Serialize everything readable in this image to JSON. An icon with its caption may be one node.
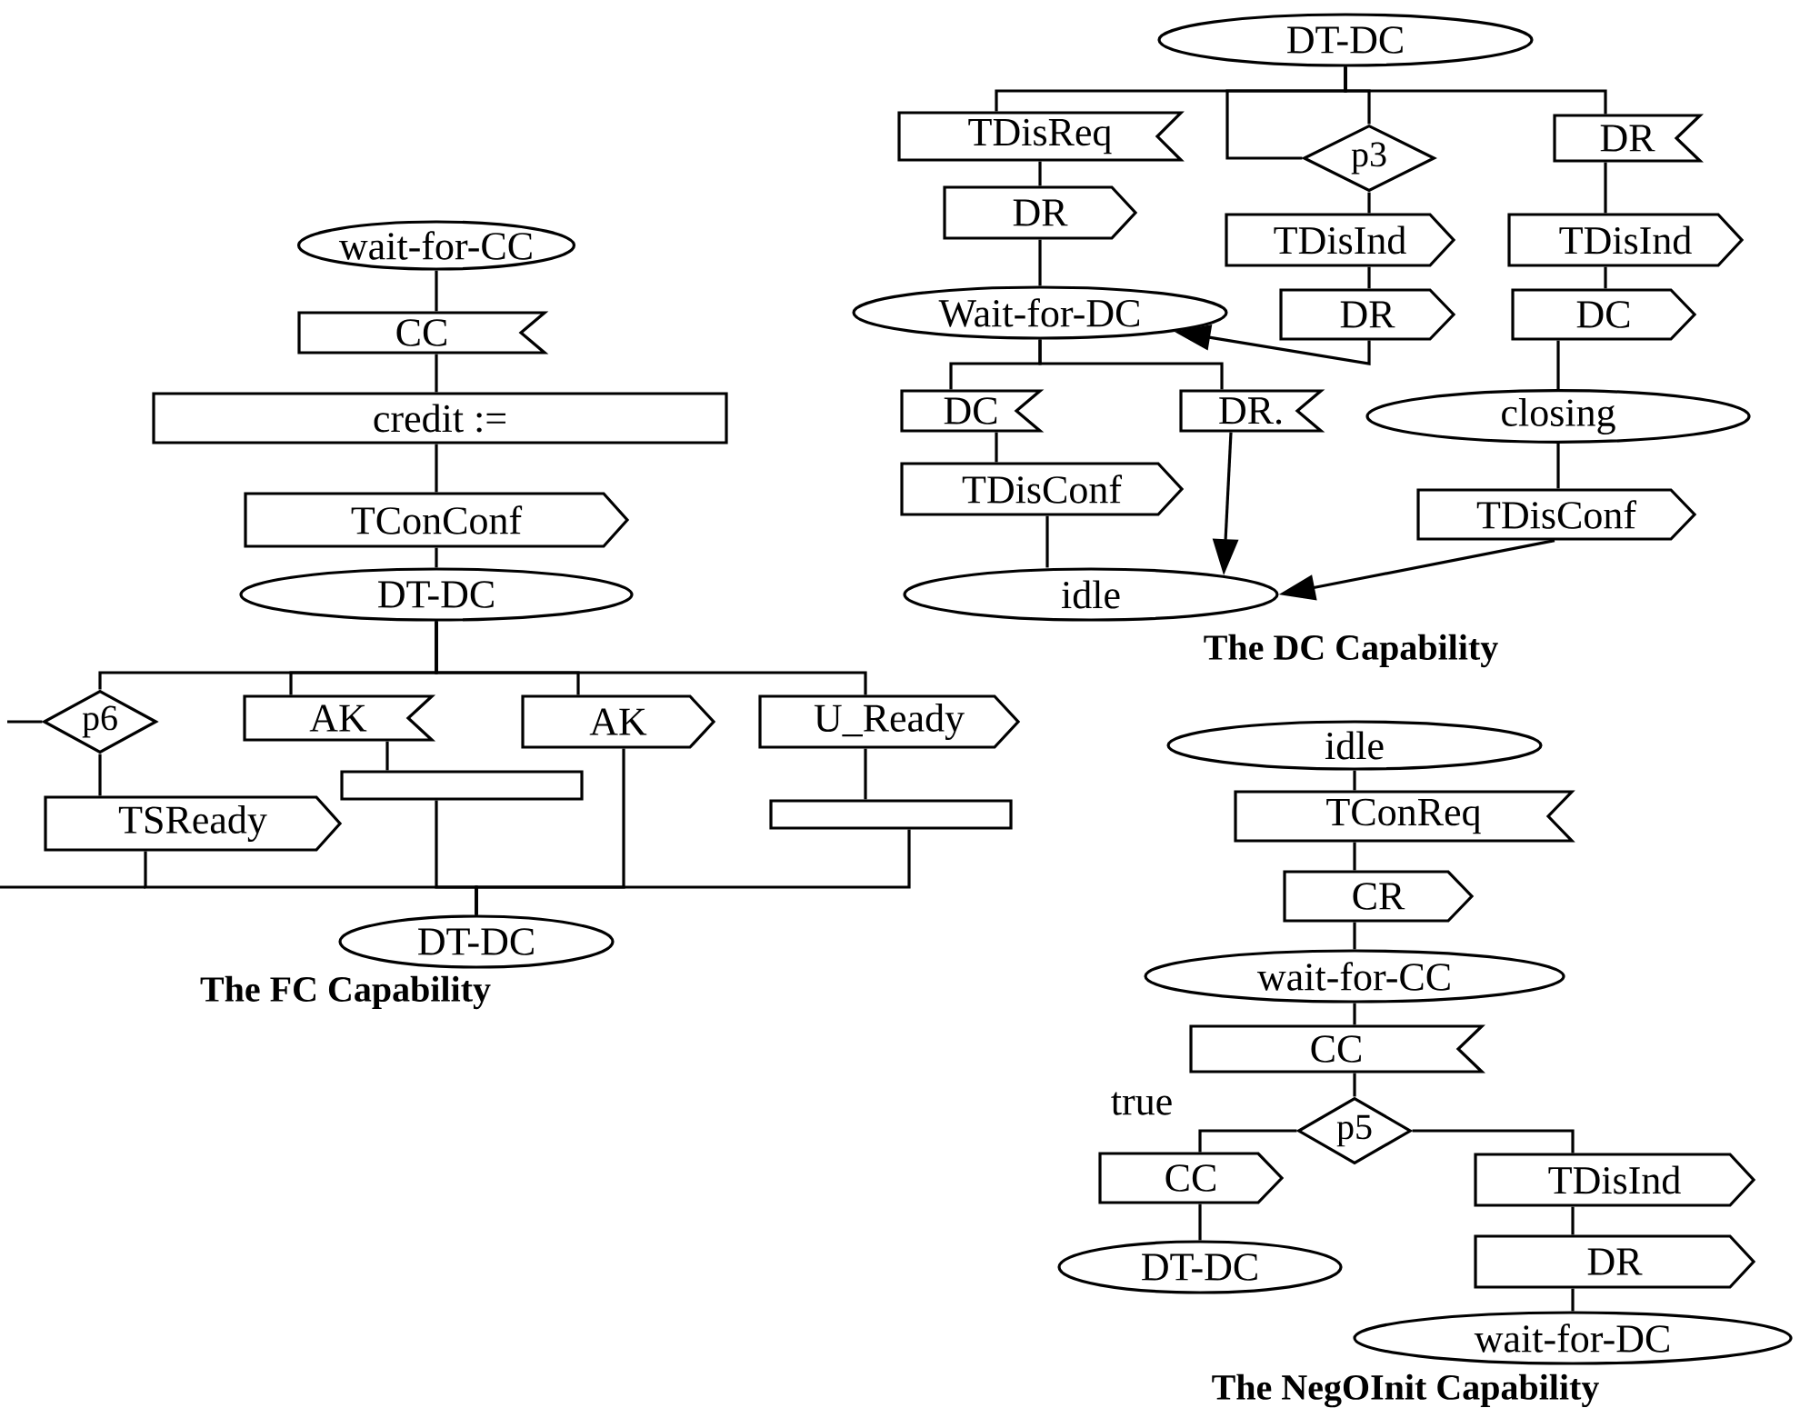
{
  "diagram": {
    "nodes": [
      {
        "text": [
          "wait-for-CC"
        ]
      },
      {
        "text": [
          "CC"
        ]
      },
      {
        "text": [
          "credit :="
        ]
      },
      {
        "text": [
          "TConConf"
        ]
      },
      {
        "text": [
          "DT-DC"
        ]
      },
      {
        "text": [
          "p6"
        ]
      },
      {
        "text": [
          "AK"
        ]
      },
      {
        "text": [
          "AK"
        ]
      },
      {
        "text": [
          "U_Ready"
        ]
      },
      {
        "text": [],
        "shape": "box"
      },
      {
        "text": [
          "TSReady"
        ]
      },
      {
        "text": [],
        "shape": "box"
      },
      {
        "text": [
          "DT-DC"
        ]
      },
      {
        "text": [
          "DT-DC"
        ]
      },
      {
        "text": [
          "TDisReq"
        ]
      },
      {
        "text": [
          "p3"
        ]
      },
      {
        "text": [
          "DR"
        ]
      },
      {
        "text": [
          "DR"
        ]
      },
      {
        "text": [
          "TDisInd"
        ]
      },
      {
        "text": [
          "TDisInd"
        ]
      },
      {
        "text": [
          "Wait-for-DC"
        ]
      },
      {
        "text": [
          "DR"
        ]
      },
      {
        "text": [
          "DC"
        ]
      },
      {
        "text": [
          "DC"
        ]
      },
      {
        "text": [
          "DR."
        ]
      },
      {
        "text": [
          "closing"
        ]
      },
      {
        "text": [
          "TDisConf"
        ]
      },
      {
        "text": [
          "TDisConf"
        ]
      },
      {
        "text": [
          "idle"
        ]
      },
      {
        "text": [
          "idle"
        ]
      },
      {
        "text": [
          "TConReq"
        ]
      },
      {
        "text": [
          "CR"
        ]
      },
      {
        "text": [
          "wait-for-CC"
        ]
      },
      {
        "text": [
          "CC"
        ]
      },
      {
        "text": [
          "p5"
        ]
      },
      {
        "text": [
          "CC"
        ]
      },
      {
        "text": [
          "TDisInd"
        ]
      },
      {
        "text": [
          "DT-DC"
        ]
      },
      {
        "text": [
          "DR"
        ]
      },
      {
        "text": [
          "wait-for-DC"
        ]
      }
    ],
    "edges": [
      {
        "from": 0,
        "to": 1,
        "arrow": "none"
      },
      {
        "from": 1,
        "to": 2,
        "arrow": "none"
      },
      {
        "from": 2,
        "to": 3,
        "arrow": "none"
      },
      {
        "from": 3,
        "to": 4,
        "arrow": "none"
      },
      {
        "from": 4,
        "to": 5,
        "arrow": "none"
      },
      {
        "from": 4,
        "to": 6,
        "arrow": "none"
      },
      {
        "from": 4,
        "to": 7,
        "arrow": "none"
      },
      {
        "from": 4,
        "to": 8,
        "arrow": "none"
      },
      {
        "from": 5,
        "to": 10,
        "arrow": "none"
      },
      {
        "from": 6,
        "to": 9,
        "arrow": "none"
      },
      {
        "from": 7,
        "to": 12,
        "arrow": "none"
      },
      {
        "from": 8,
        "to": 11,
        "arrow": "none"
      },
      {
        "from": 9,
        "to": 12,
        "arrow": "none"
      },
      {
        "from": 10,
        "to": 12,
        "arrow": "none"
      },
      {
        "from": 11,
        "to": 12,
        "arrow": "none"
      },
      {
        "from": 5,
        "to": null,
        "arrow": "none"
      },
      {
        "from": 13,
        "to": 14,
        "arrow": "none"
      },
      {
        "from": 13,
        "to": 15,
        "arrow": "none"
      },
      {
        "from": 13,
        "to": 15,
        "arrow": "none"
      },
      {
        "from": 13,
        "to": 16,
        "arrow": "none"
      },
      {
        "from": 14,
        "to": 17,
        "arrow": "none"
      },
      {
        "from": 17,
        "to": 20,
        "arrow": "none"
      },
      {
        "from": 15,
        "to": 18,
        "arrow": "none"
      },
      {
        "from": 18,
        "to": 21,
        "arrow": "none"
      },
      {
        "from": 21,
        "to": 20,
        "arrow": "to"
      },
      {
        "from": 16,
        "to": 19,
        "arrow": "none"
      },
      {
        "from": 19,
        "to": 22,
        "arrow": "none"
      },
      {
        "from": 22,
        "to": 25,
        "arrow": "none"
      },
      {
        "from": 25,
        "to": 27,
        "arrow": "none"
      },
      {
        "from": 27,
        "to": 28,
        "arrow": "to"
      },
      {
        "from": 20,
        "to": 23,
        "arrow": "none"
      },
      {
        "from": 20,
        "to": 24,
        "arrow": "none"
      },
      {
        "from": 23,
        "to": 26,
        "arrow": "none"
      },
      {
        "from": 26,
        "to": 28,
        "arrow": "none"
      },
      {
        "from": 24,
        "to": 28,
        "arrow": "to"
      },
      {
        "from": 29,
        "to": 30,
        "arrow": "none"
      },
      {
        "from": 30,
        "to": 31,
        "arrow": "none"
      },
      {
        "from": 31,
        "to": 32,
        "arrow": "none"
      },
      {
        "from": 32,
        "to": 33,
        "arrow": "none"
      },
      {
        "from": 33,
        "to": 34,
        "arrow": "none"
      },
      {
        "from": 34,
        "to": 35,
        "arrow": "none",
        "label": "true"
      },
      {
        "from": 34,
        "to": 36,
        "arrow": "none"
      },
      {
        "from": 35,
        "to": 37,
        "arrow": "none"
      },
      {
        "from": 36,
        "to": 38,
        "arrow": "none"
      },
      {
        "from": 38,
        "to": 39,
        "arrow": "none"
      }
    ],
    "labels": [
      "The DC Capability",
      "The FC Capability",
      "The NegOInit Capability"
    ]
  }
}
